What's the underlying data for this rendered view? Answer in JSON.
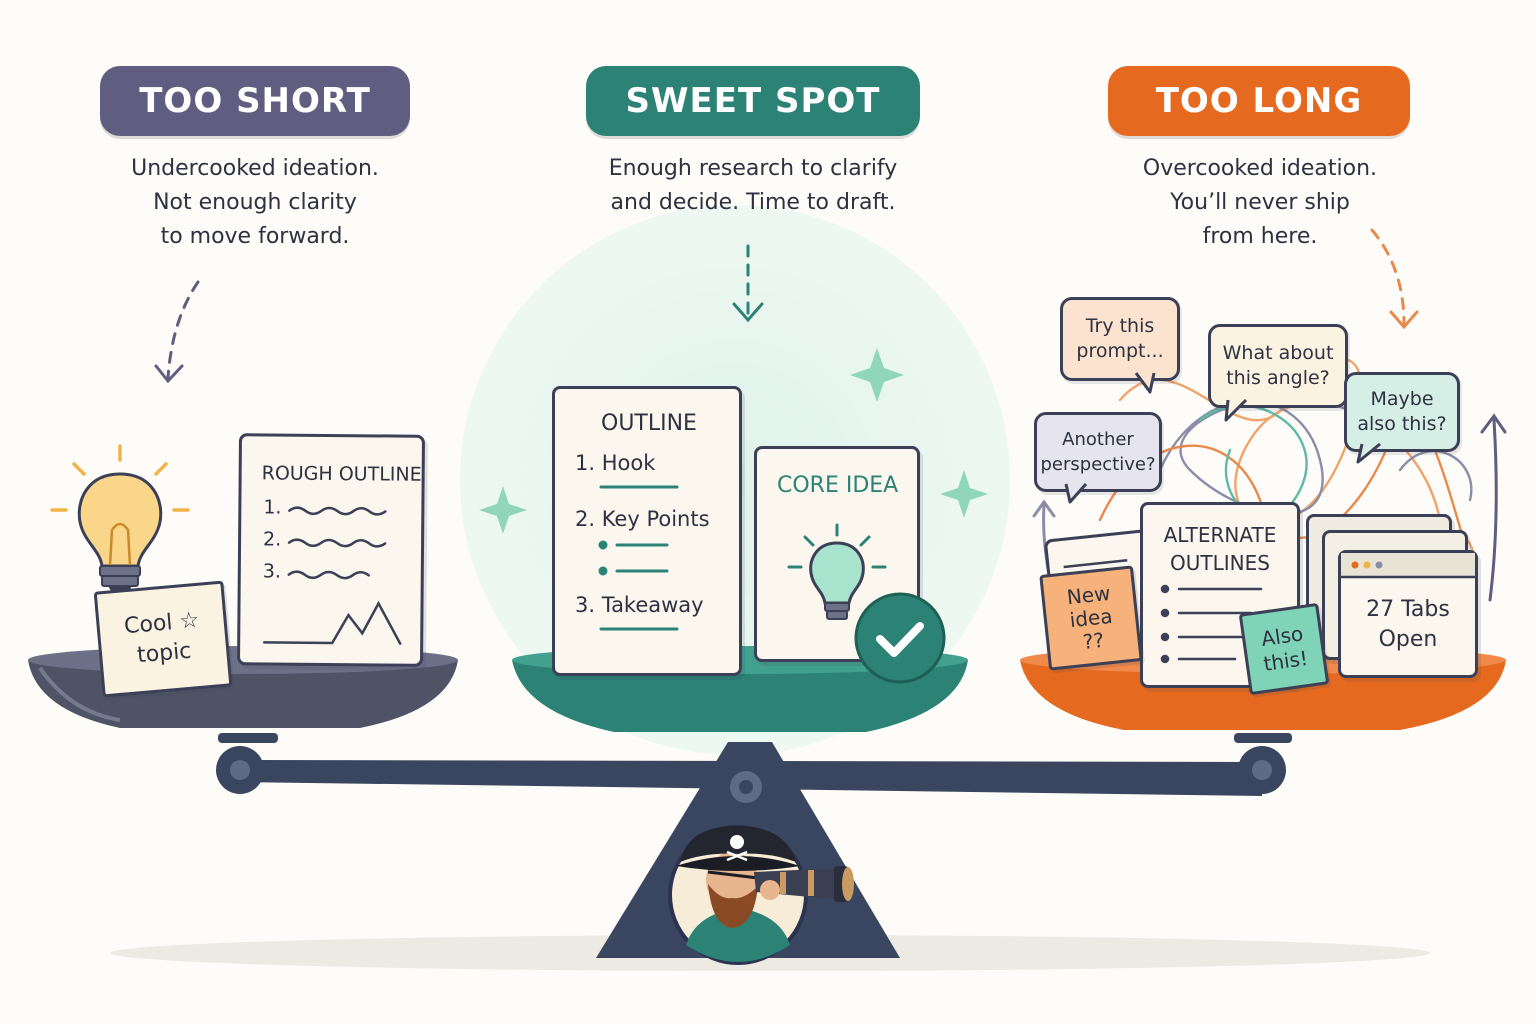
{
  "colors": {
    "short": "#5f5e80",
    "sweet": "#2b8275",
    "long": "#e56a20",
    "ink": "#3c4056",
    "paper": "#fbf7ee",
    "mint": "#7fd4b8",
    "peach": "#f6b27a"
  },
  "short": {
    "label": "TOO SHORT",
    "desc": [
      "Undercooked ideation.",
      "Not enough clarity",
      "to move forward."
    ],
    "card_title": "ROUGH OUTLINE",
    "numbers": [
      "1.",
      "2.",
      "3."
    ],
    "sticky": [
      "Cool ☆",
      "topic"
    ],
    "icons": [
      "lightbulb-icon"
    ]
  },
  "sweet": {
    "label": "SWEET SPOT",
    "desc": [
      "Enough research to clarify",
      "and decide. Time to draft."
    ],
    "outline_title": "OUTLINE",
    "outline_items": [
      "1. Hook",
      "2. Key Points",
      "3. Takeaway"
    ],
    "core_title": "CORE IDEA",
    "icons": [
      "lightbulb-icon",
      "checkmark-icon",
      "sparkle-icon"
    ]
  },
  "long": {
    "label": "TOO LONG",
    "desc": [
      "Overcooked ideation.",
      "You’ll never ship",
      "from here."
    ],
    "bubbles": [
      [
        "Try this",
        "prompt..."
      ],
      [
        "What about",
        "this angle?"
      ],
      [
        "Maybe",
        "also this?"
      ],
      [
        "Another",
        "perspective?"
      ]
    ],
    "alt_title": [
      "ALTERNATE",
      "OUTLINES"
    ],
    "sticky_new": [
      "New",
      "idea",
      "??"
    ],
    "sticky_also": [
      "Also",
      "this!"
    ],
    "tabs": [
      "27 Tabs",
      "Open"
    ]
  },
  "fulcrum": {
    "icons": [
      "pirate-captain-icon",
      "telescope-icon",
      "skull-icon"
    ]
  }
}
